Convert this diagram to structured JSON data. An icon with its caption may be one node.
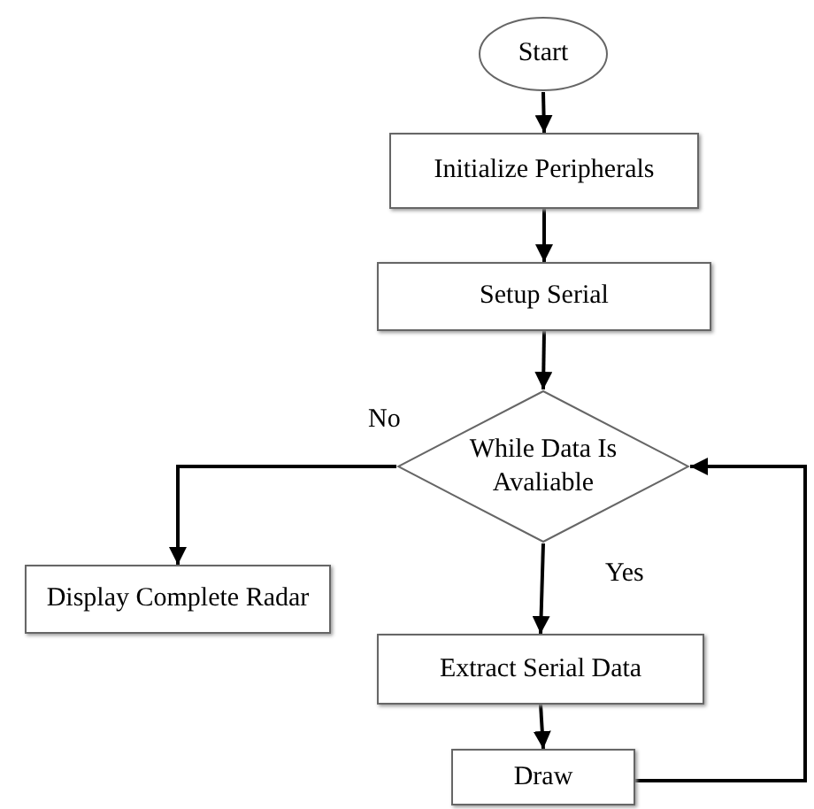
{
  "diagram": {
    "nodes": [
      {
        "text": [
          "Start"
        ]
      },
      {
        "text": [
          "Initialize Peripherals"
        ]
      },
      {
        "text": [
          "Setup Serial"
        ]
      },
      {
        "text": [
          "While Data Is Avaliable"
        ]
      },
      {
        "text": [
          "Display Complete Radar"
        ]
      },
      {
        "text": [
          "Extract Serial Data"
        ]
      },
      {
        "text": [
          "Draw"
        ]
      }
    ],
    "edges": [
      {
        "from": 0,
        "to": 1,
        "arrow": "to"
      },
      {
        "from": 1,
        "to": 2,
        "arrow": "to"
      },
      {
        "from": 2,
        "to": 3,
        "arrow": "to"
      },
      {
        "from": 3,
        "to": 4,
        "arrow": "to",
        "label": "No"
      },
      {
        "from": 3,
        "to": 5,
        "arrow": "to",
        "label": "Yes"
      },
      {
        "from": 5,
        "to": 6,
        "arrow": "to"
      },
      {
        "from": 6,
        "to": 3,
        "arrow": "to"
      }
    ]
  }
}
